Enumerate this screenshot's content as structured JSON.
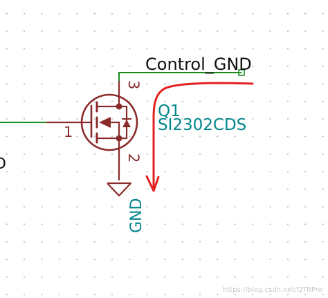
{
  "schematic": {
    "net_label": "Control_GND",
    "component": {
      "reference": "Q1",
      "value": "SI2302CDS",
      "pins": {
        "gate": "1",
        "drain": "3",
        "source": "2"
      }
    },
    "power_symbol": "GND",
    "left_edge_text": "D",
    "watermark": "https://blog.csdn.net/QTRPro"
  },
  "colors": {
    "wire": "#1a8a1a",
    "component_body": "#8b2a2a",
    "reference_text": "#00868b",
    "net_label_text": "#111111",
    "annotation_arrow": "#e32020",
    "grid_dot": "#b8b8b8"
  },
  "icons": {
    "transistor": "n-channel-mosfet-symbol",
    "ground": "ground-symbol",
    "arrow": "current-flow-arrow"
  }
}
